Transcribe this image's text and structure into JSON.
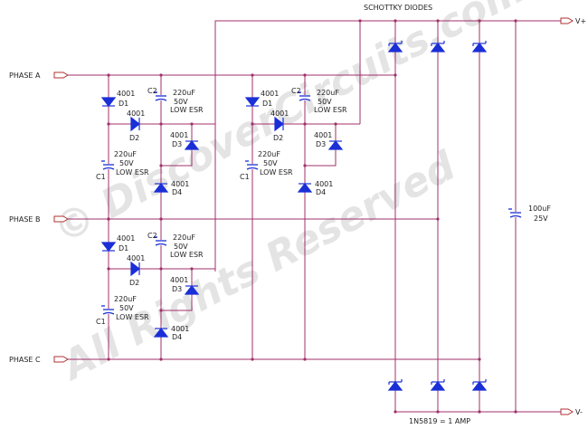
{
  "title": "SCHOTTKY DIODES",
  "footnote": "1N5819 = 1 AMP",
  "ports": {
    "phase_a": "PHASE A",
    "phase_b": "PHASE B",
    "phase_c": "PHASE C",
    "vplus": "V+",
    "vminus": "V-"
  },
  "output_cap": {
    "value": "100uF",
    "voltage": "25V"
  },
  "watermark": {
    "line1": "© DiscoverCircuits.com",
    "line2": "All Rights Reserved"
  },
  "modules": [
    {
      "d1": {
        "part": "4001",
        "ref": "D1"
      },
      "d2": {
        "part": "4001",
        "ref": "D2"
      },
      "d3": {
        "part": "4001",
        "ref": "D3"
      },
      "d4": {
        "part": "4001",
        "ref": "D4"
      },
      "c1": {
        "ref": "C1",
        "value": "220uF",
        "voltage": "50V",
        "type": "LOW ESR"
      },
      "c2": {
        "ref": "C2",
        "value": "220uF",
        "voltage": "50V",
        "type": "LOW ESR"
      }
    },
    {
      "d1": {
        "part": "4001",
        "ref": "D1"
      },
      "d2": {
        "part": "4001",
        "ref": "D2"
      },
      "d3": {
        "part": "4001",
        "ref": "D3"
      },
      "d4": {
        "part": "4001",
        "ref": "D4"
      },
      "c1": {
        "ref": "C1",
        "value": "220uF",
        "voltage": "50V",
        "type": "LOW ESR"
      },
      "c2": {
        "ref": "C2",
        "value": "220uF",
        "voltage": "50V",
        "type": "LOW ESR"
      }
    },
    {
      "d1": {
        "part": "4001",
        "ref": "D1"
      },
      "d2": {
        "part": "4001",
        "ref": "D2"
      },
      "d3": {
        "part": "4001",
        "ref": "D3"
      },
      "d4": {
        "part": "4001",
        "ref": "D4"
      },
      "c1": {
        "ref": "C1",
        "value": "220uF",
        "voltage": "50V",
        "type": "LOW ESR"
      },
      "c2": {
        "ref": "C2",
        "value": "220uF",
        "voltage": "50V",
        "type": "LOW ESR"
      }
    }
  ]
}
